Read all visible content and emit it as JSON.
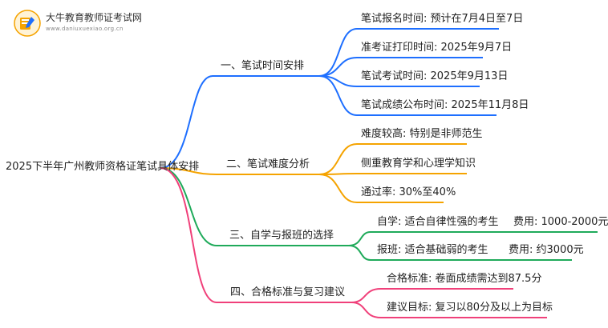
{
  "logo": {
    "title": "大牛教育教师证考试网",
    "url": "www.daniuxuexiao.org.cn",
    "icon": "book-pencil-icon"
  },
  "root": {
    "label": "2025下半年广州教师资格证笔试具体安排"
  },
  "colors": {
    "branch1": "#1e6fff",
    "branch2": "#f5a300",
    "branch3": "#1faa5a",
    "branch4": "#f0407a"
  },
  "branches": [
    {
      "label": "一、笔试时间安排",
      "leaves": [
        {
          "text": "笔试报名时间: 预计在7月4日至7日"
        },
        {
          "text": "准考证打印时间: 2025年9月7日"
        },
        {
          "text": "笔试考试时间: 2025年9月13日"
        },
        {
          "text": "笔试成绩公布时间: 2025年11月8日"
        }
      ]
    },
    {
      "label": "二、笔试难度分析",
      "leaves": [
        {
          "text": "难度较高: 特别是非师范生"
        },
        {
          "text": "侧重教育学和心理学知识"
        },
        {
          "text": "通过率: 30%至40%"
        }
      ]
    },
    {
      "label": "三、自学与报班的选择",
      "leaves": [
        {
          "text": "自学: 适合自律性强的考生",
          "sub": "费用: 1000-2000元"
        },
        {
          "text": "报班: 适合基础弱的考生",
          "sub": "费用: 约3000元"
        }
      ]
    },
    {
      "label": "四、合格标准与复习建议",
      "leaves": [
        {
          "text": "合格标准: 卷面成绩需达到87.5分"
        },
        {
          "text": "建议目标: 复习以80分及以上为目标"
        }
      ]
    }
  ]
}
